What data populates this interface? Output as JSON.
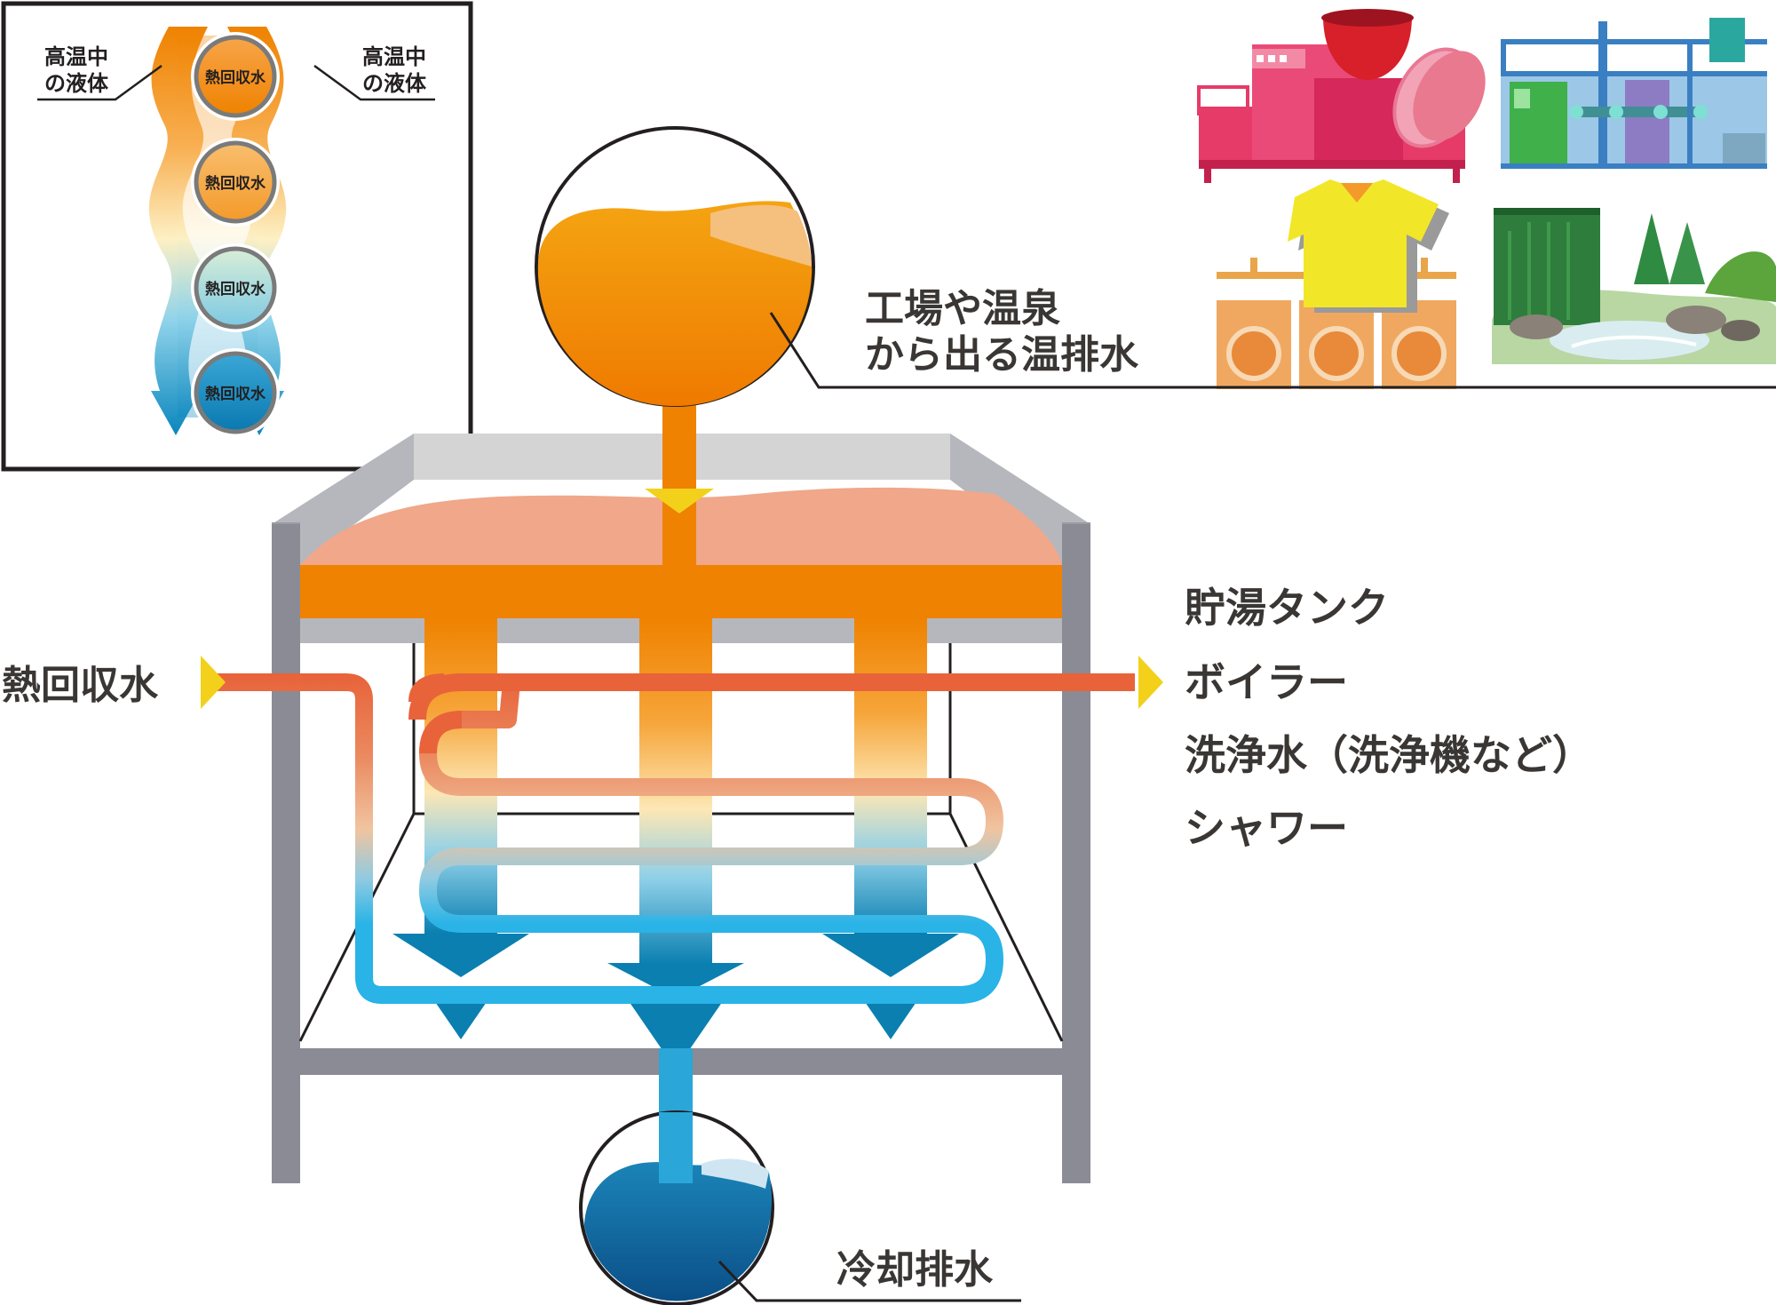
{
  "inset": {
    "left_label_line1": "高温中",
    "left_label_line2": "の液体",
    "right_label_line1": "高温中",
    "right_label_line2": "の液体",
    "bubbles": [
      "熱回収水",
      "熱回収水",
      "熱回収水",
      "熱回収水"
    ]
  },
  "labels": {
    "hot_wastewater_line1": "工場や温泉",
    "hot_wastewater_line2": "から出る温排水",
    "heat_recovery_water": "熱回収水",
    "cooled_drain": "冷却排水",
    "outputs": [
      "貯湯タンク",
      "ボイラー",
      "洗浄水（洗浄機など）",
      "シャワー"
    ]
  },
  "colors": {
    "hot_orange": "#ef8200",
    "warm_salmon": "#f0a78a",
    "cold_blue": "#0a7fb0",
    "pipe_blue": "#29b3e6",
    "pipe_orange": "#e8633a",
    "frame_gray": "#8a8b95",
    "marker_yellow": "#f3d11b"
  },
  "icons": [
    "dishwasher-icon",
    "factory-icon",
    "laundry-icon",
    "hot-spring-icon"
  ]
}
